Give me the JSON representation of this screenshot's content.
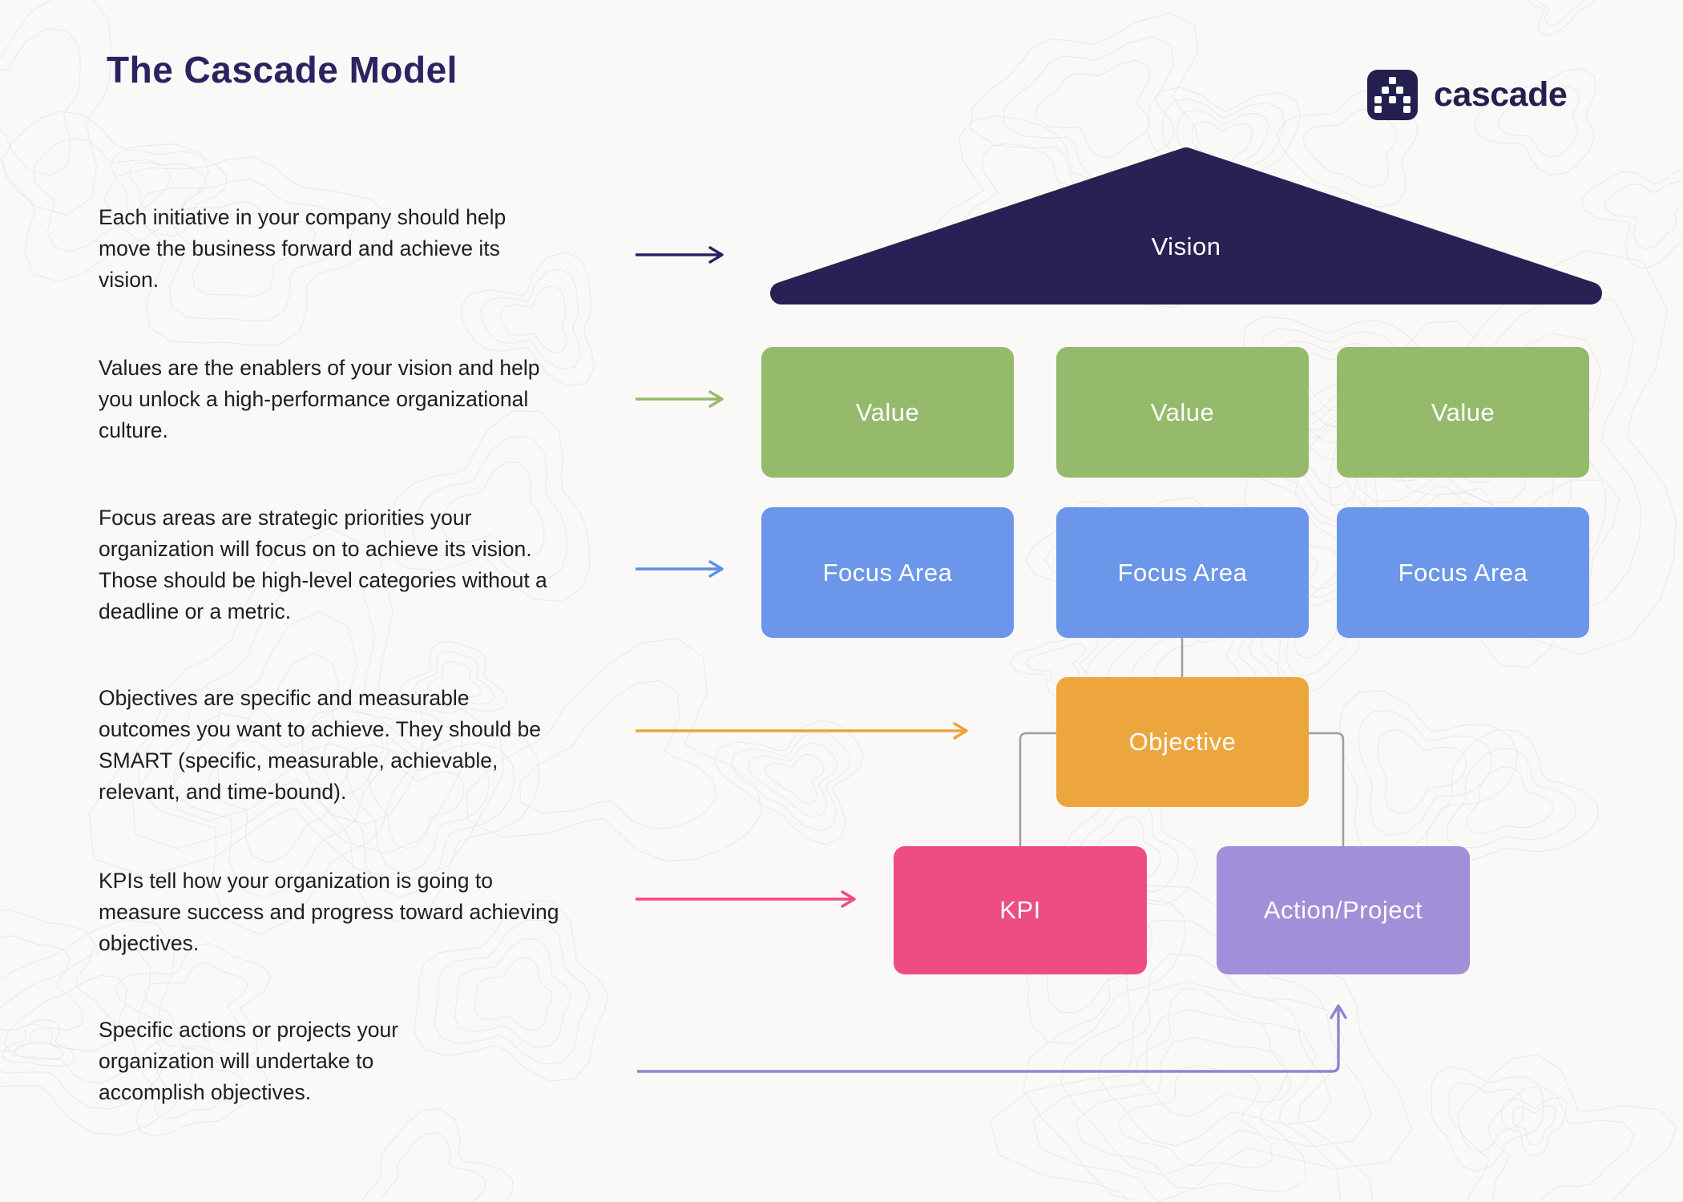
{
  "header": {
    "title": "The Cascade Model",
    "logo_text": "cascade"
  },
  "annotations": [
    {
      "text": "Each initiative in your company should help move the business forward and achieve its vision.",
      "arrow_color": "#2b2361"
    },
    {
      "text": "Values are the enablers of your vision and help you unlock a high-performance organizational culture.",
      "arrow_color": "#95ba6c"
    },
    {
      "text": "Focus areas are strategic priorities your organization will focus on to achieve its vision. Those should be high-level categories without a deadline or a metric.",
      "arrow_color": "#5f8fe8"
    },
    {
      "text": "Objectives are specific and measurable outcomes you want to achieve. They should be SMART (specific, measurable, achievable, relevant, and time-bound).",
      "arrow_color": "#f0a23e"
    },
    {
      "text": "KPIs tell how your organization is going to measure success and progress toward achieving objectives.",
      "arrow_color": "#ee4b7f"
    },
    {
      "text": "Specific actions or projects your organization will undertake to accomplish objectives.",
      "arrow_color": "#9184cf"
    }
  ],
  "diagram": {
    "vision": {
      "label": "Vision",
      "color": "#272253"
    },
    "values": {
      "labels": [
        "Value",
        "Value",
        "Value"
      ],
      "color": "#95ba6c"
    },
    "focus_areas": {
      "labels": [
        "Focus Area",
        "Focus Area",
        "Focus Area"
      ],
      "color": "#6b96ea"
    },
    "objective": {
      "label": "Objective",
      "color": "#eda63e"
    },
    "kpi": {
      "label": "KPI",
      "color": "#ee4d84"
    },
    "action_project": {
      "label": "Action/Project",
      "color": "#a18fd9"
    },
    "connector_color": "#9e9e9e"
  },
  "theme": {
    "background": "#faf9f7",
    "contour_line": "#dfdcec",
    "title_color": "#2b2361",
    "body_text_color": "#1d1d1d",
    "logo_color": "#232050"
  }
}
